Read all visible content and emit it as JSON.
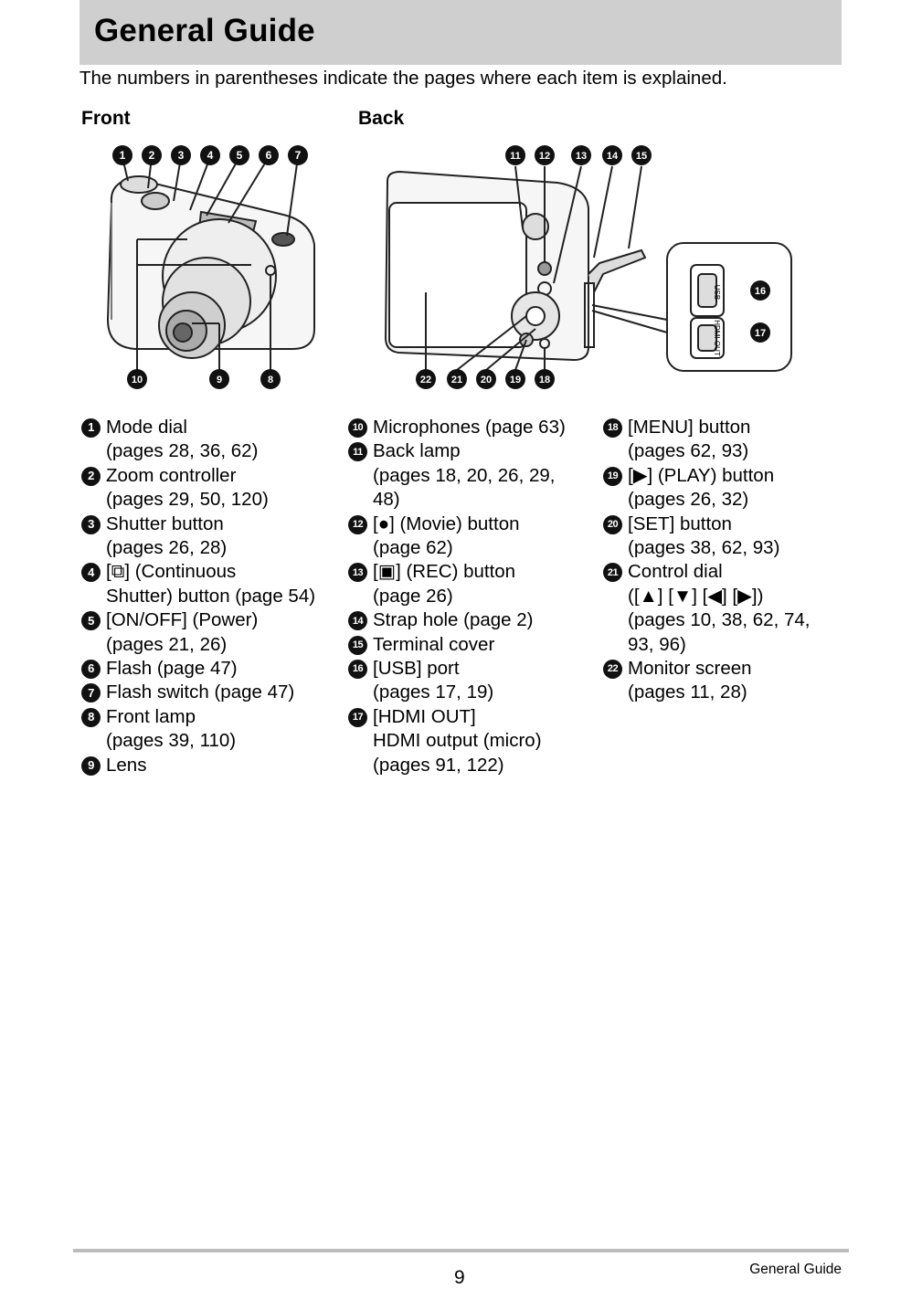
{
  "title": "General Guide",
  "intro": "The numbers in parentheses indicate the pages where each item is explained.",
  "views": {
    "front": "Front",
    "back": "Back"
  },
  "callouts": {
    "front_top": [
      "1",
      "2",
      "3",
      "4",
      "5",
      "6",
      "7"
    ],
    "front_bottom": [
      "10",
      "9",
      "8"
    ],
    "back_top": [
      "11",
      "12",
      "13",
      "14",
      "15"
    ],
    "back_bottom": [
      "22",
      "21",
      "20",
      "19",
      "18"
    ],
    "back_side": [
      "16",
      "17"
    ],
    "port_labels": [
      "USB",
      "HDMI OUT"
    ]
  },
  "columns": [
    [
      {
        "num": "1",
        "text": "Mode dial\n(pages 28, 36, 62)"
      },
      {
        "num": "2",
        "text": "Zoom controller\n(pages 29, 50, 120)"
      },
      {
        "num": "3",
        "text": "Shutter button\n(pages 26, 28)"
      },
      {
        "num": "4",
        "text": "[⧉] (Continuous\nShutter) button (page 54)"
      },
      {
        "num": "5",
        "text": "[ON/OFF] (Power)\n(pages 21, 26)"
      },
      {
        "num": "6",
        "text": "Flash (page 47)"
      },
      {
        "num": "7",
        "text": "Flash switch (page 47)"
      },
      {
        "num": "8",
        "text": "Front lamp\n(pages 39, 110)"
      },
      {
        "num": "9",
        "text": "Lens"
      }
    ],
    [
      {
        "num": "10",
        "text": "Microphones (page 63)"
      },
      {
        "num": "11",
        "text": "Back lamp\n(pages 18, 20, 26, 29,\n48)"
      },
      {
        "num": "12",
        "text": "[●] (Movie) button\n(page 62)"
      },
      {
        "num": "13",
        "text": "[▣] (REC) button\n(page 26)"
      },
      {
        "num": "14",
        "text": "Strap hole (page 2)"
      },
      {
        "num": "15",
        "text": "Terminal cover"
      },
      {
        "num": "16",
        "text": "[USB] port\n(pages 17, 19)"
      },
      {
        "num": "17",
        "text": "[HDMI OUT]\nHDMI output (micro)\n(pages 91, 122)"
      }
    ],
    [
      {
        "num": "18",
        "text": "[MENU] button\n(pages 62, 93)"
      },
      {
        "num": "19",
        "text": "[▶] (PLAY) button\n(pages 26, 32)"
      },
      {
        "num": "20",
        "text": "[SET] button\n(pages 38, 62, 93)"
      },
      {
        "num": "21",
        "text": "Control dial\n([▲] [▼] [◀] [▶])\n(pages 10, 38, 62, 74,\n93, 96)"
      },
      {
        "num": "22",
        "text": "Monitor screen\n(pages 11, 28)"
      }
    ]
  ],
  "footer": {
    "page_number": "9",
    "section": "General Guide"
  }
}
